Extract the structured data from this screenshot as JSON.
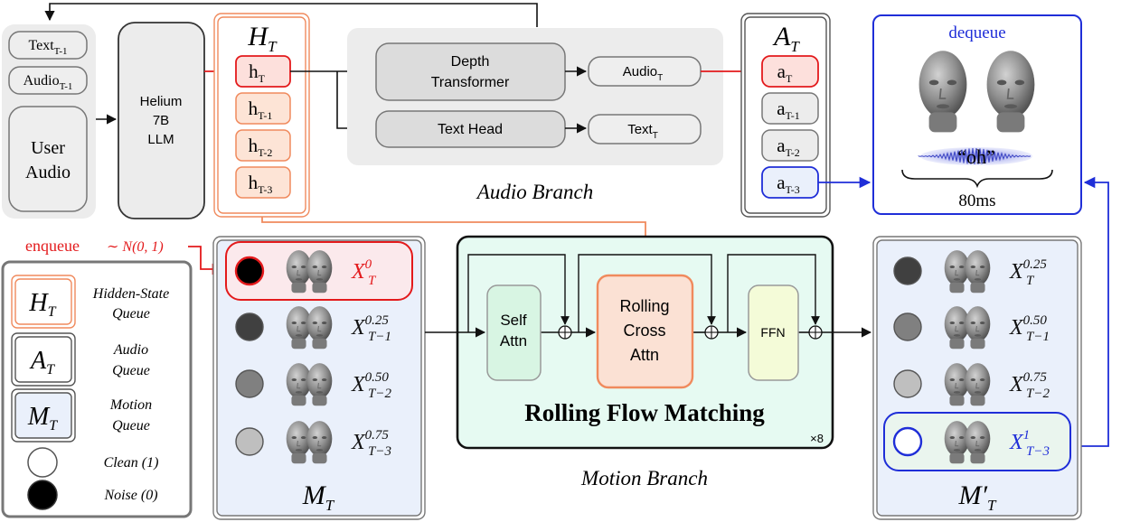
{
  "inputs": {
    "text_prev": {
      "base": "Text",
      "sub": "T-1"
    },
    "audio_prev": {
      "base": "Audio",
      "sub": "T-1"
    },
    "user_audio": [
      "User",
      "Audio"
    ]
  },
  "llm": [
    "Helium",
    "7B",
    "LLM"
  ],
  "hidden_queue": {
    "title": {
      "base": "H",
      "sub": "T"
    },
    "items": [
      {
        "base": "h",
        "sub": "T"
      },
      {
        "base": "h",
        "sub": "T-1"
      },
      {
        "base": "h",
        "sub": "T-2"
      },
      {
        "base": "h",
        "sub": "T-3"
      }
    ]
  },
  "audio_branch": {
    "label": "Audio Branch",
    "depth_transformer": [
      "Depth",
      "Transformer"
    ],
    "text_head": "Text Head",
    "audio_out": {
      "base": "Audio",
      "sub": "T"
    },
    "text_out": {
      "base": "Text",
      "sub": "T"
    }
  },
  "audio_queue": {
    "title": {
      "base": "A",
      "sub": "T"
    },
    "items": [
      {
        "base": "a",
        "sub": "T"
      },
      {
        "base": "a",
        "sub": "T-1"
      },
      {
        "base": "a",
        "sub": "T-2"
      },
      {
        "base": "a",
        "sub": "T-3"
      }
    ]
  },
  "dequeue": {
    "label": "dequeue",
    "word": "“oh”",
    "duration": "80ms"
  },
  "enqueue": {
    "label": "enqueue",
    "dist": "∼ N(0, 1)"
  },
  "legend": [
    {
      "symbol_base": "H",
      "symbol_sub": "T",
      "lines": [
        "Hidden-State",
        "Queue"
      ]
    },
    {
      "symbol_base": "A",
      "symbol_sub": "T",
      "lines": [
        "Audio",
        "Queue"
      ]
    },
    {
      "symbol_base": "M",
      "symbol_sub": "T",
      "lines": [
        "Motion",
        "Queue"
      ]
    },
    {
      "lines": [
        "Clean (1)"
      ]
    },
    {
      "lines": [
        "Noise (0)"
      ]
    }
  ],
  "motion_queue": {
    "title": {
      "base": "M",
      "sub": "T"
    },
    "items": [
      {
        "sup": "0",
        "sub": "T",
        "level": 0
      },
      {
        "sup": "0.25",
        "sub": "T−1",
        "level": 0.25
      },
      {
        "sup": "0.50",
        "sub": "T−2",
        "level": 0.5
      },
      {
        "sup": "0.75",
        "sub": "T−3",
        "level": 0.75
      }
    ]
  },
  "flow": {
    "self_attn": [
      "Self",
      "Attn"
    ],
    "cross_attn": [
      "Rolling",
      "Cross",
      "Attn"
    ],
    "ffn": "FFN",
    "title": "Rolling Flow Matching",
    "repeat": "×8"
  },
  "motion_branch_label": "Motion Branch",
  "motion_queue_out": {
    "title": {
      "base": "M",
      "prime": "′",
      "sub": "T"
    },
    "items": [
      {
        "sup": "0.25",
        "sub": "T",
        "level": 0.25
      },
      {
        "sup": "0.50",
        "sub": "T−1",
        "level": 0.5
      },
      {
        "sup": "0.75",
        "sub": "T−2",
        "level": 0.75
      },
      {
        "sup": "1",
        "sub": "T−3",
        "level": 1
      }
    ]
  },
  "colors": {
    "red": "#e31a1c",
    "orange": "#f08a5d",
    "blue": "#1f2ed8",
    "motion_bg": "#eaf0fb",
    "flow_bg": "#e6faf2",
    "grey_bg": "#ececec"
  }
}
